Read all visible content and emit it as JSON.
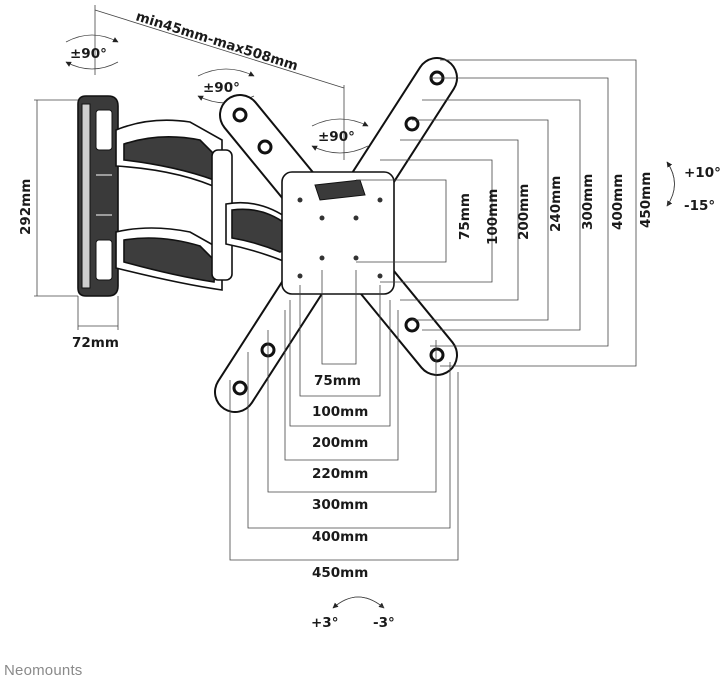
{
  "arm_extension": "min45mm-max508mm",
  "rotation": {
    "wall_bracket": "±90°",
    "arm_joint": "±90°",
    "plate": "±90°"
  },
  "tilt": {
    "up": "+10°",
    "down": "-15°"
  },
  "swivel": {
    "left": "+3°",
    "right": "-3°"
  },
  "wall_plate": {
    "height": "292mm",
    "width": "72mm"
  },
  "vesa_horizontal": [
    "75mm",
    "100mm",
    "200mm",
    "220mm",
    "300mm",
    "400mm",
    "450mm"
  ],
  "vesa_vertical": [
    "75mm",
    "100mm",
    "200mm",
    "240mm",
    "300mm",
    "400mm",
    "450mm"
  ],
  "brand": "Neomounts"
}
